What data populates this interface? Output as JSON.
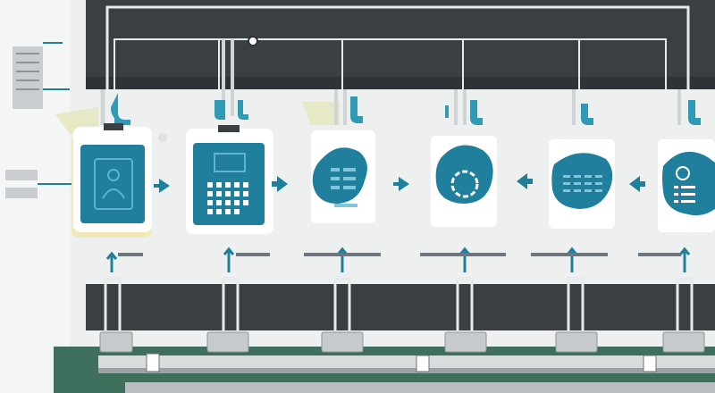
{
  "scene": {
    "description_free": true,
    "palette": {
      "background": "#eef0f0",
      "panel_dark": "#3a3f44",
      "panel_mid": "#2e3338",
      "teal": "#1f7f9c",
      "teal_dark": "#1a6a83",
      "teal_light": "#2f9ab6",
      "white": "#ffffff",
      "rail": "#cfd4d6",
      "green_floor": "#3d6f5c",
      "cream": "#f1e8b8",
      "grey_block": "#c6cacc"
    },
    "stations": [
      {
        "icon": "tablet-person-icon",
        "kind": "card",
        "arrow": "right-arrow-icon"
      },
      {
        "icon": "calculator-screen-icon",
        "kind": "card",
        "arrow": "right-arrow-icon"
      },
      {
        "icon": "blob-form-icon",
        "kind": "blob",
        "arrow": "right-arrow-icon"
      },
      {
        "icon": "blob-circle-icon",
        "kind": "blob",
        "arrow": "left-arrow-icon"
      },
      {
        "icon": "blob-grid-icon",
        "kind": "blob",
        "arrow": "left-arrow-icon"
      },
      {
        "icon": "blob-list-icon",
        "kind": "blob",
        "arrow": ""
      }
    ]
  }
}
